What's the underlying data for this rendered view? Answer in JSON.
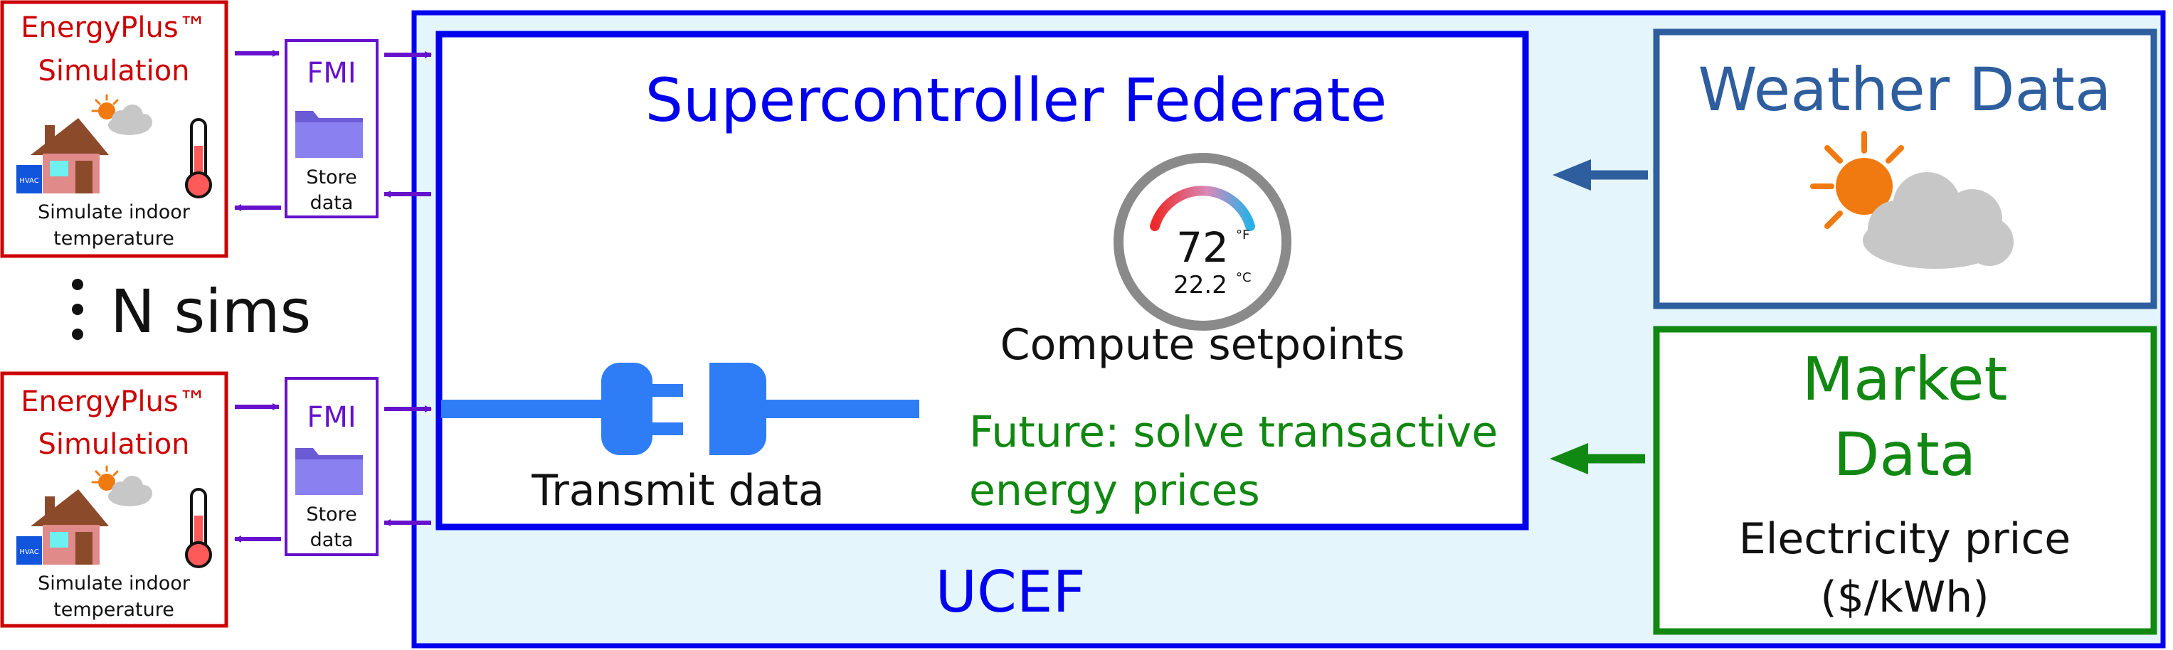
{
  "sim_top": {
    "title_line1": "EnergyPlus™",
    "title_line2": "Simulation",
    "hvac_label": "HVAC",
    "caption_line1": "Simulate indoor",
    "caption_line2": "temperature"
  },
  "fmi_top": {
    "title": "FMI",
    "caption_line1": "Store",
    "caption_line2": "data"
  },
  "n_sims": "N sims",
  "sim_bottom": {
    "title_line1": "EnergyPlus™",
    "title_line2": "Simulation",
    "hvac_label": "HVAC",
    "caption_line1": "Simulate indoor",
    "caption_line2": "temperature"
  },
  "fmi_bottom": {
    "title": "FMI",
    "caption_line1": "Store",
    "caption_line2": "data"
  },
  "supercontroller": {
    "title": "Supercontroller Federate",
    "thermostat_f": "72",
    "unit_f": "°F",
    "thermostat_c": "22.2",
    "unit_c": "°C",
    "compute_label": "Compute setpoints",
    "transmit_label": "Transmit data",
    "future_line1": "Future: solve transactive",
    "future_line2": "energy prices"
  },
  "ucef_label": "UCEF",
  "weather": {
    "title": "Weather Data"
  },
  "market": {
    "title_line1": "Market",
    "title_line2": "Data",
    "caption_line1": "Electricity price",
    "caption_line2": "($/kWh)"
  },
  "colors": {
    "sim_red": "#cc0000",
    "fmi_purple": "#6611cc",
    "ucef_blue": "#0000ee",
    "ucef_bg": "#e4f5fc",
    "weather_blue": "#2e5e9e",
    "market_green": "#118811",
    "plug_blue": "#2f7df6"
  }
}
